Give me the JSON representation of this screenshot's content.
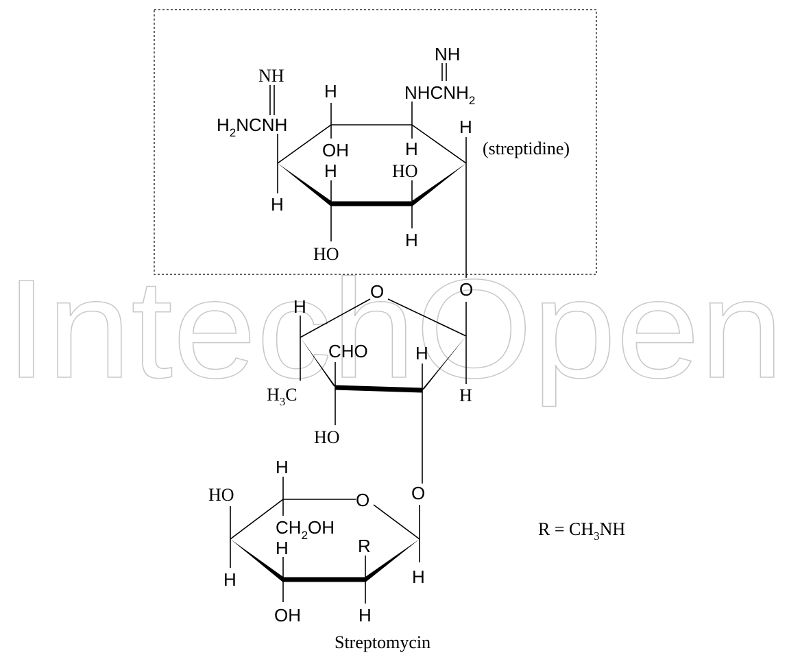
{
  "watermark": "IntechOpen",
  "caption": "Streptomycin",
  "streptidine_label": "(streptidine)",
  "r_definition": [
    "R = CH",
    "3",
    "NH"
  ],
  "ring1_labels": {
    "nh_top_left": "NH",
    "h2ncnh": [
      "H",
      "2",
      "NCNH"
    ],
    "h_c2": "H",
    "oh_c2": "OH",
    "nh_top_right": "NH",
    "nhcnh2": [
      "NHCNH",
      "2"
    ],
    "h_c3": "H",
    "h_c4": "H",
    "streptidine_h": "H",
    "h_c6": "H",
    "h_c5": "H",
    "ho_c5": "HO",
    "ho_bottom": "HO",
    "h_bottom": "H"
  },
  "ring2_labels": {
    "o_glyco1": "O",
    "o_ring": "O",
    "h_c4": "H",
    "cho": "CHO",
    "h3c": [
      "H",
      "3",
      "C"
    ],
    "ho": "HO",
    "h_c2": "H",
    "h_c1": "H"
  },
  "ring3_labels": {
    "o_glyco2": "O",
    "o_ring": "O",
    "h_c5": "H",
    "ho": "HO",
    "ch2oh": [
      "CH",
      "2",
      "OH"
    ],
    "h_c4": "H",
    "r": "R",
    "h_c3": "H",
    "h_c1": "H",
    "oh": "OH",
    "h_c2": "H"
  }
}
